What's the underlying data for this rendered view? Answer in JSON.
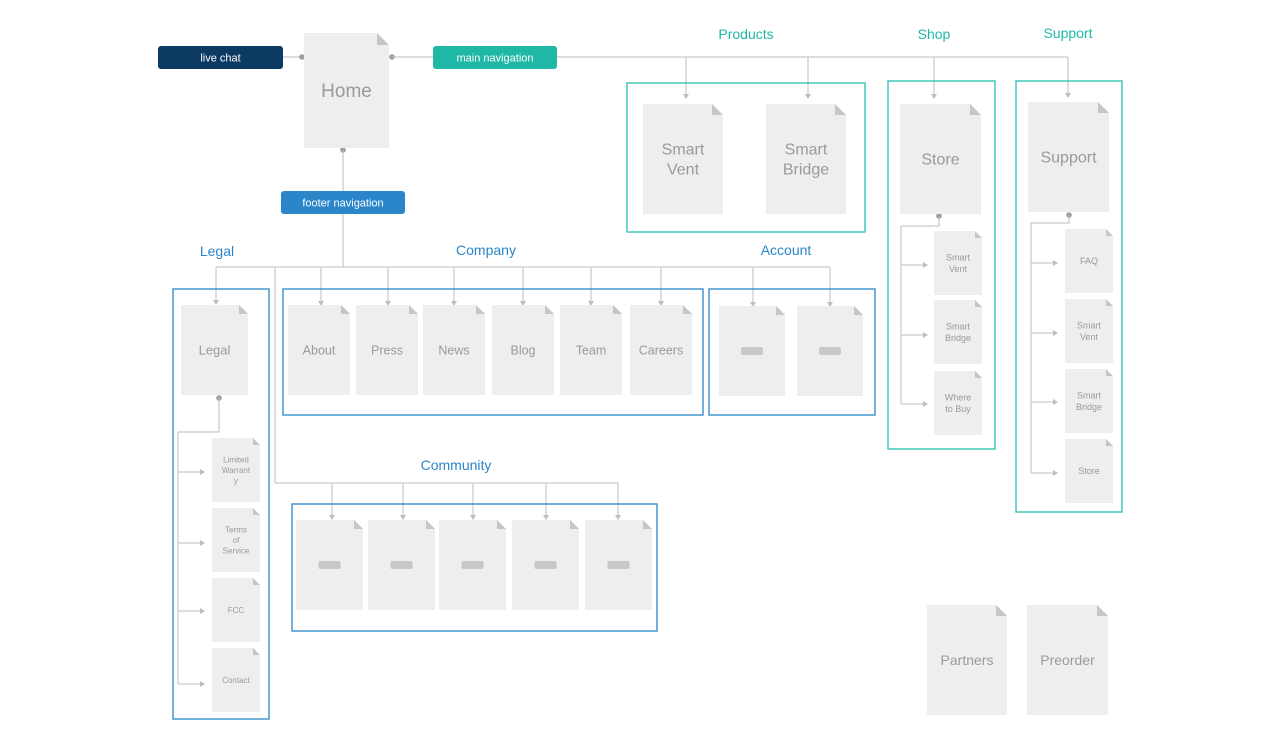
{
  "nav": {
    "live_chat": "live chat",
    "main_navigation": "main navigation",
    "footer_navigation": "footer navigation"
  },
  "home": {
    "label": "Home"
  },
  "sections": {
    "products": {
      "title": "Products",
      "pages": [
        [
          "Smart",
          "Vent"
        ],
        [
          "Smart",
          "Bridge"
        ]
      ]
    },
    "shop": {
      "title": "Shop",
      "main": "Store",
      "subpages": [
        [
          "Smart",
          "Vent"
        ],
        [
          "Smart",
          "Bridge"
        ],
        [
          "Where",
          "to Buy"
        ]
      ]
    },
    "support": {
      "title": "Support",
      "main": "Support",
      "subpages": [
        [
          "FAQ"
        ],
        [
          "Smart",
          "Vent"
        ],
        [
          "Smart",
          "Bridge"
        ],
        [
          "Store"
        ]
      ]
    },
    "legal": {
      "title": "Legal",
      "main": "Legal",
      "subpages": [
        [
          "Limited",
          "Warrant",
          "y"
        ],
        [
          "Terms",
          "of",
          "Service"
        ],
        [
          "FCC"
        ],
        [
          "Contact"
        ]
      ]
    },
    "company": {
      "title": "Company",
      "pages": [
        "About",
        "Press",
        "News",
        "Blog",
        "Team",
        "Careers"
      ]
    },
    "account": {
      "title": "Account",
      "pages": [
        "",
        ""
      ]
    },
    "community": {
      "title": "Community",
      "pages": [
        "",
        "",
        "",
        "",
        ""
      ]
    }
  },
  "standalone": [
    "Partners",
    "Preorder"
  ],
  "colors": {
    "live_chat_bg": "#0d3a63",
    "main_nav_bg": "#1fb8a6",
    "footer_nav_bg": "#2a86c8",
    "teal": "#26bfae",
    "blue": "#2a86c8",
    "page": "#eeeeee",
    "page_text": "#9a9a9a",
    "connector": "#bdbdbd"
  }
}
